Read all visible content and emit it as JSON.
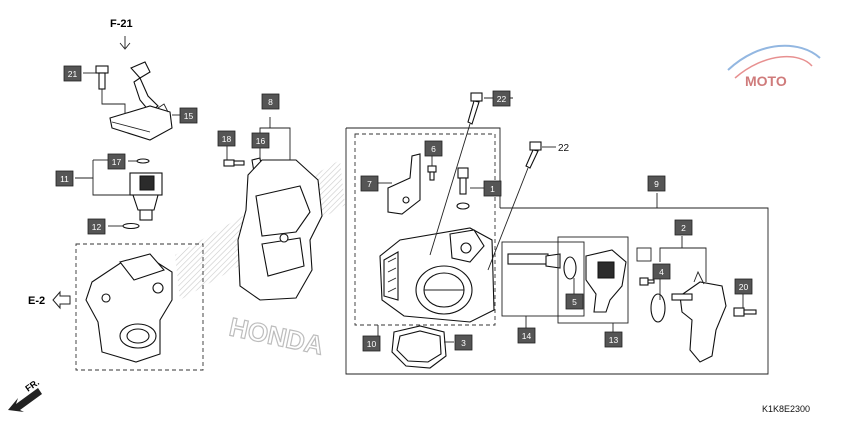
{
  "refs": {
    "top_ref": "F-21",
    "left_ref": "E-2",
    "front_ref": "FR.",
    "code": "K1K8E2300",
    "bolt_22_text": "22"
  },
  "callouts": [
    "21",
    "15",
    "17",
    "11",
    "12",
    "18",
    "16",
    "8",
    "6",
    "7",
    "1",
    "22",
    "9",
    "2",
    "4",
    "5",
    "20",
    "14",
    "13",
    "10",
    "3"
  ],
  "watermark": "MOTO",
  "colors": {
    "callout_bg": "#555555",
    "callout_border": "#222222",
    "ink": "#111111"
  }
}
